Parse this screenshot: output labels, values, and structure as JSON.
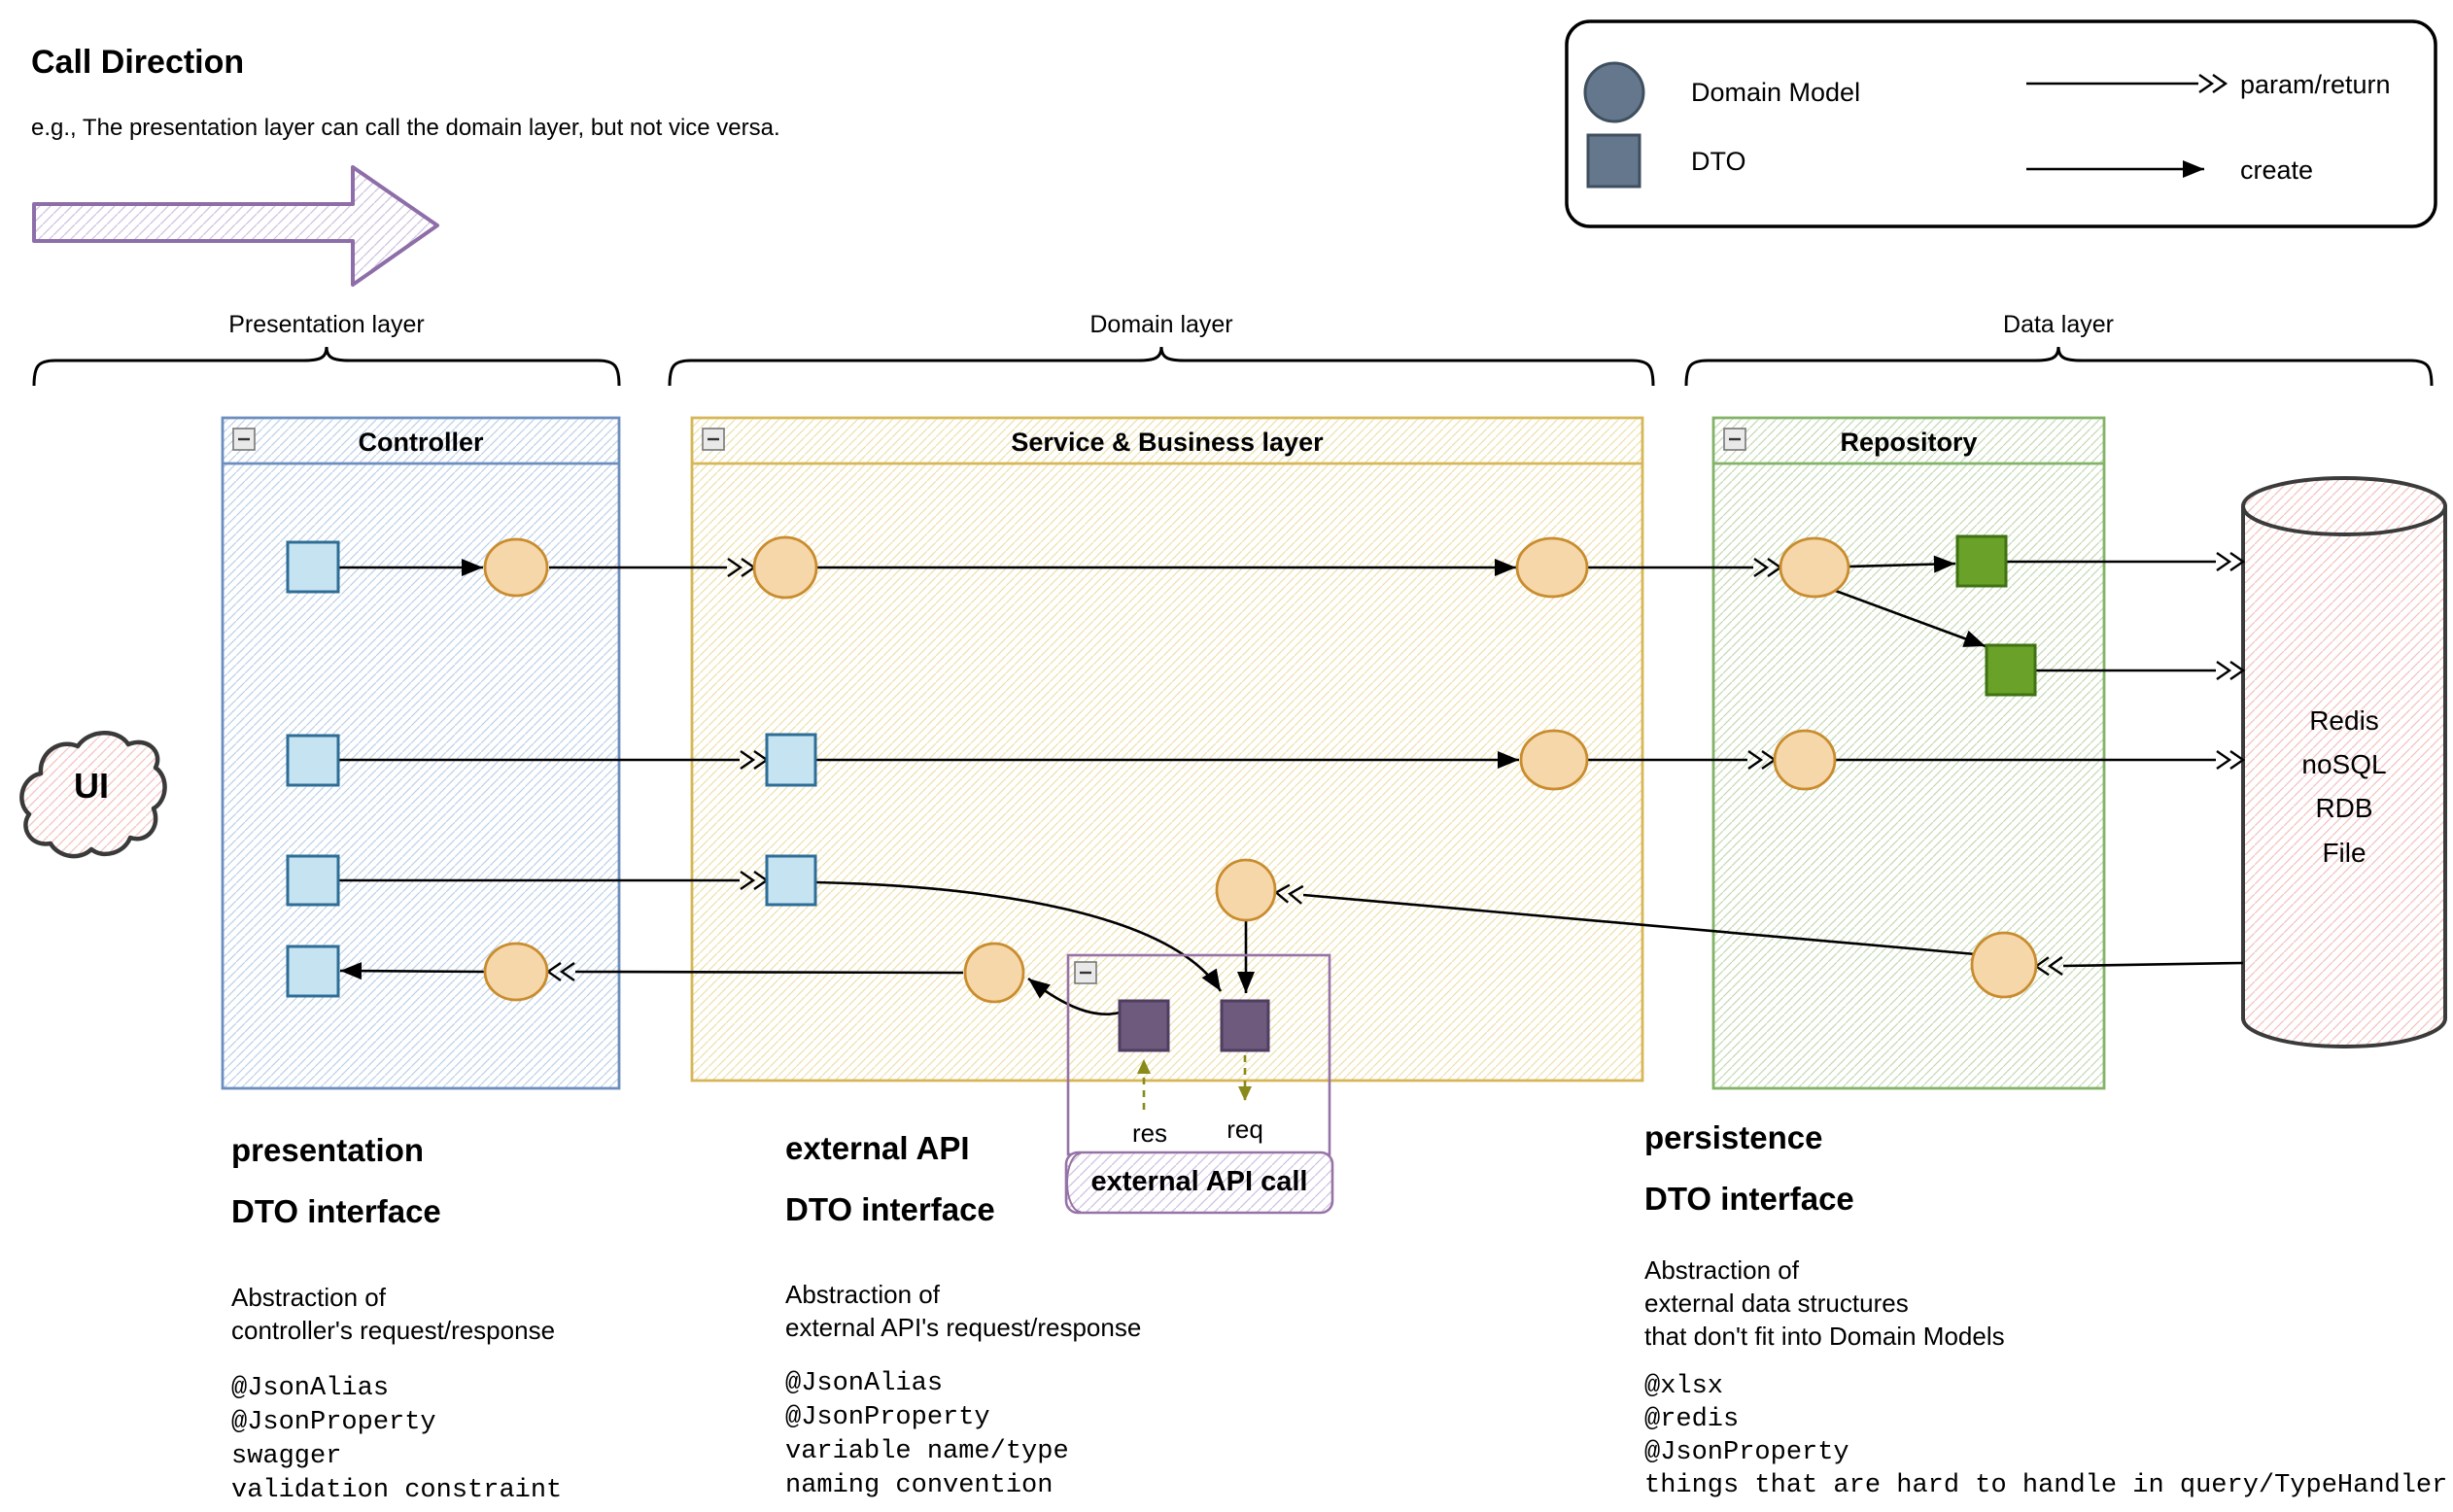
{
  "header": {
    "title": "Call Direction",
    "subtitle": "e.g., The presentation layer can call the domain layer, but not vice versa."
  },
  "legend": {
    "domain_model_label": "Domain Model",
    "dto_label": "DTO",
    "param_return_label": "param/return",
    "create_label": "create"
  },
  "layers": {
    "presentation": "Presentation layer",
    "domain": "Domain layer",
    "data": "Data layer"
  },
  "boxes": {
    "controller_title": "Controller",
    "service_title": "Service & Business layer",
    "repository_title": "Repository",
    "external_banner": "external API call"
  },
  "cloud": {
    "label": "UI"
  },
  "datastore": {
    "lines": [
      "Redis",
      "noSQL",
      "RDB",
      "File"
    ]
  },
  "external": {
    "res_label": "res",
    "req_label": "req"
  },
  "icons": {
    "collapse": "collapse-minus-icon",
    "domain_model": "circle",
    "dto": "square"
  },
  "notes": {
    "presentation": {
      "heading1": "presentation",
      "heading2": "DTO interface",
      "body": [
        "Abstraction of",
        "controller's request/response"
      ],
      "code": [
        "@JsonAlias",
        "@JsonProperty",
        "swagger",
        "validation constraint"
      ]
    },
    "external_api": {
      "heading1": "external API",
      "heading2": "DTO interface",
      "body": [
        "Abstraction of",
        "external API's request/response"
      ],
      "code": [
        "@JsonAlias",
        "@JsonProperty",
        "variable name/type",
        "naming convention"
      ]
    },
    "persistence": {
      "heading1": "persistence",
      "heading2": "DTO interface",
      "body": [
        "Abstraction of",
        "external data structures",
        "that don't fit into Domain Models"
      ],
      "code": [
        "@xlsx",
        "@redis",
        "@JsonProperty",
        "things that are hard to handle in query/TypeHandler"
      ]
    }
  },
  "colors": {
    "controllerBorder": "#6c8ebf",
    "serviceBorder": "#d6b656",
    "repositoryBorder": "#82b366",
    "externalBorder": "#9673a6",
    "dtoFill": "#c6e3f2",
    "dtoBorder": "#2e6d95",
    "modelFill": "#f6d7a9",
    "modelBorder": "#c98c2e",
    "entityFill": "#69a129",
    "entityBorder": "#3f7212",
    "extDtoFill": "#6d5a7d",
    "extDtoBorder": "#4f3e61",
    "legendShapeFill": "#64778c",
    "legendShapeBorder": "#3f4f5f",
    "oliveArrow": "#8a8a1a",
    "callArrow": "#8e6ea8",
    "lineColor": "#000000",
    "cylinderBorder": "#3b3b3b",
    "cloudBorder": "#3a3a3a"
  }
}
